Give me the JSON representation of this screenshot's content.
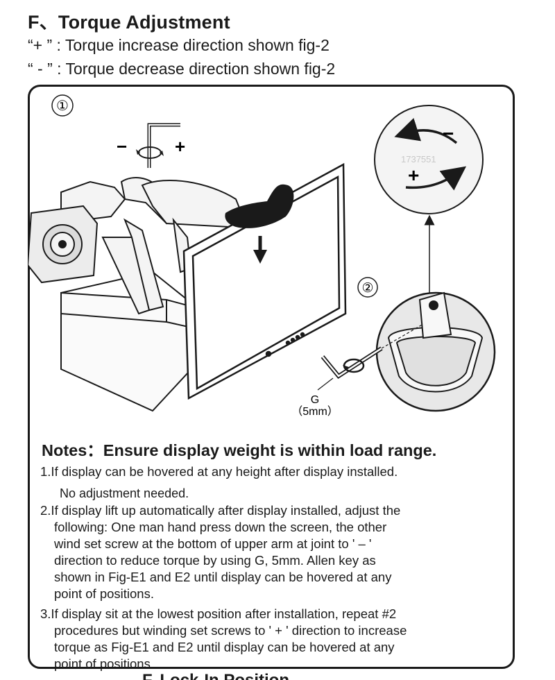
{
  "header": {
    "title": "F、Torque Adjustment",
    "plus_line": "“+ ” : Torque  increase direction shown fig-2",
    "minus_line": "“ - ” : Torque decrease direction shown fig-2"
  },
  "figure": {
    "fig1_label": "①",
    "fig2_label": "②",
    "minus_sign": "−",
    "plus_sign": "+",
    "inset_minus": "−",
    "inset_plus": "+",
    "tool_letter": "G",
    "tool_size": "（5mm）",
    "watermark": "1737551"
  },
  "notes": {
    "heading": "Notes：Ensure display weight is within load range.",
    "item1": "1.If display can be hovered at any height after display installed.",
    "item1_sub": "No adjustment needed.",
    "item2_l1": "2.If display lift up automatically after display installed, adjust the",
    "item2_l2": "following: One man hand press down the screen,   the other",
    "item2_l3": "wind set screw at the bottom of upper arm at joint to  ' – '",
    "item2_l4": "direction to reduce torque by using G, 5mm. Allen key as",
    "item2_l5": "shown in Fig-E1  and  E2  until display can be hovered at any",
    "item2_l6": "point of positions.",
    "item3_l1": "3.If display sit at the lowest position after installation, repeat #2",
    "item3_l2": "procedures but winding set screws to ' + ' direction to increase",
    "item3_l3": "torque  as  Fig-E1  and  E2  until display can be hovered at any",
    "item3_l4": "point of positions."
  },
  "footer": {
    "cut_heading": "F. Lock-In Position"
  }
}
